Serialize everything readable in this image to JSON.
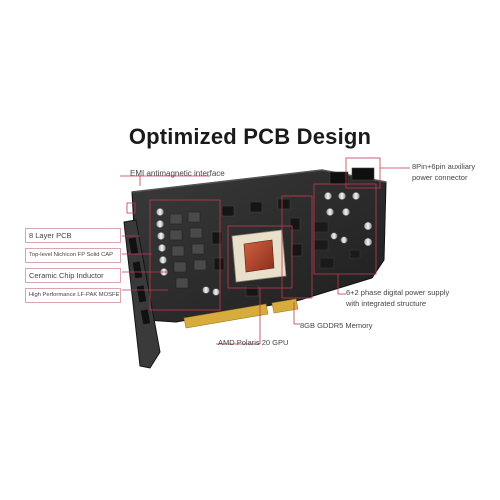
{
  "title": "Optimized PCB Design",
  "callouts": {
    "emi": "EMI antimagnetic interface",
    "aux_power_line1": "8Pin+6pin auxiliary",
    "aux_power_line2": "power connector",
    "phase_line1": "6+2 phase digital power supply",
    "phase_line2": "with integrated structure",
    "memory": "8GB GDDR5 Memory",
    "gpu": "AMD Polaris 20 GPU"
  },
  "features": [
    "8 Layer PCB",
    "Top-level Nichicon FP Solid CAP",
    "Ceramic Chip Inductor",
    "High Performance LF-PAK MOSFET"
  ],
  "colors": {
    "accent_line": "#c23a55",
    "pcb": "#2b2b2b",
    "gpu_die": "#b8462f",
    "gold_fingers": "#e0b848",
    "bracket": "#3a3a3a"
  }
}
